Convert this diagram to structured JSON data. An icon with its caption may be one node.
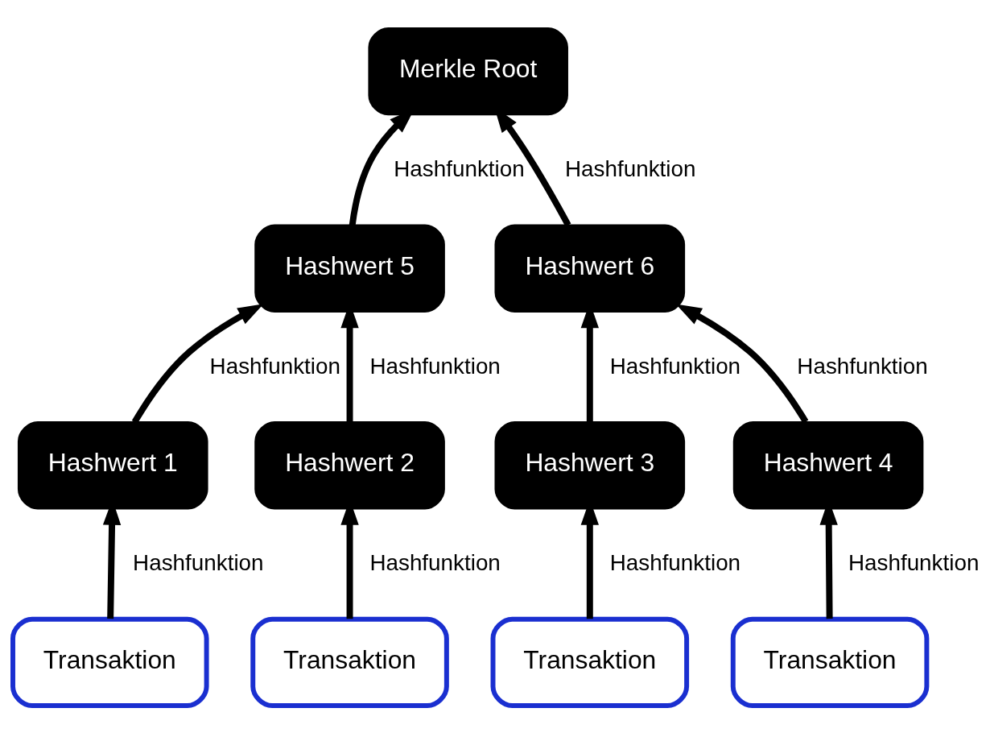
{
  "diagram": {
    "nodes": [
      {
        "text": [
          "Merkle Root"
        ]
      },
      {
        "text": [
          "Hashwert 5"
        ]
      },
      {
        "text": [
          "Hashwert 6"
        ]
      },
      {
        "text": [
          "Hashwert 1"
        ]
      },
      {
        "text": [
          "Hashwert 2"
        ]
      },
      {
        "text": [
          "Hashwert 3"
        ]
      },
      {
        "text": [
          "Hashwert 4"
        ]
      },
      {
        "text": [
          "Transaktion"
        ]
      },
      {
        "text": [
          "Transaktion"
        ]
      },
      {
        "text": [
          "Transaktion"
        ]
      },
      {
        "text": [
          "Transaktion"
        ]
      }
    ],
    "edges": [
      {
        "from": 1,
        "to": 0,
        "arrow": "to",
        "label": "Hashfunktion"
      },
      {
        "from": 2,
        "to": 0,
        "arrow": "to",
        "label": "Hashfunktion"
      },
      {
        "from": 3,
        "to": 1,
        "arrow": "to",
        "label": "Hashfunktion"
      },
      {
        "from": 4,
        "to": 1,
        "arrow": "to",
        "label": "Hashfunktion"
      },
      {
        "from": 5,
        "to": 2,
        "arrow": "to",
        "label": "Hashfunktion"
      },
      {
        "from": 6,
        "to": 2,
        "arrow": "to",
        "label": "Hashfunktion"
      },
      {
        "from": 7,
        "to": 3,
        "arrow": "to",
        "label": "Hashfunktion"
      },
      {
        "from": 8,
        "to": 4,
        "arrow": "to",
        "label": "Hashfunktion"
      },
      {
        "from": 9,
        "to": 5,
        "arrow": "to",
        "label": "Hashfunktion"
      },
      {
        "from": 10,
        "to": 6,
        "arrow": "to",
        "label": "Hashfunktion"
      }
    ]
  }
}
